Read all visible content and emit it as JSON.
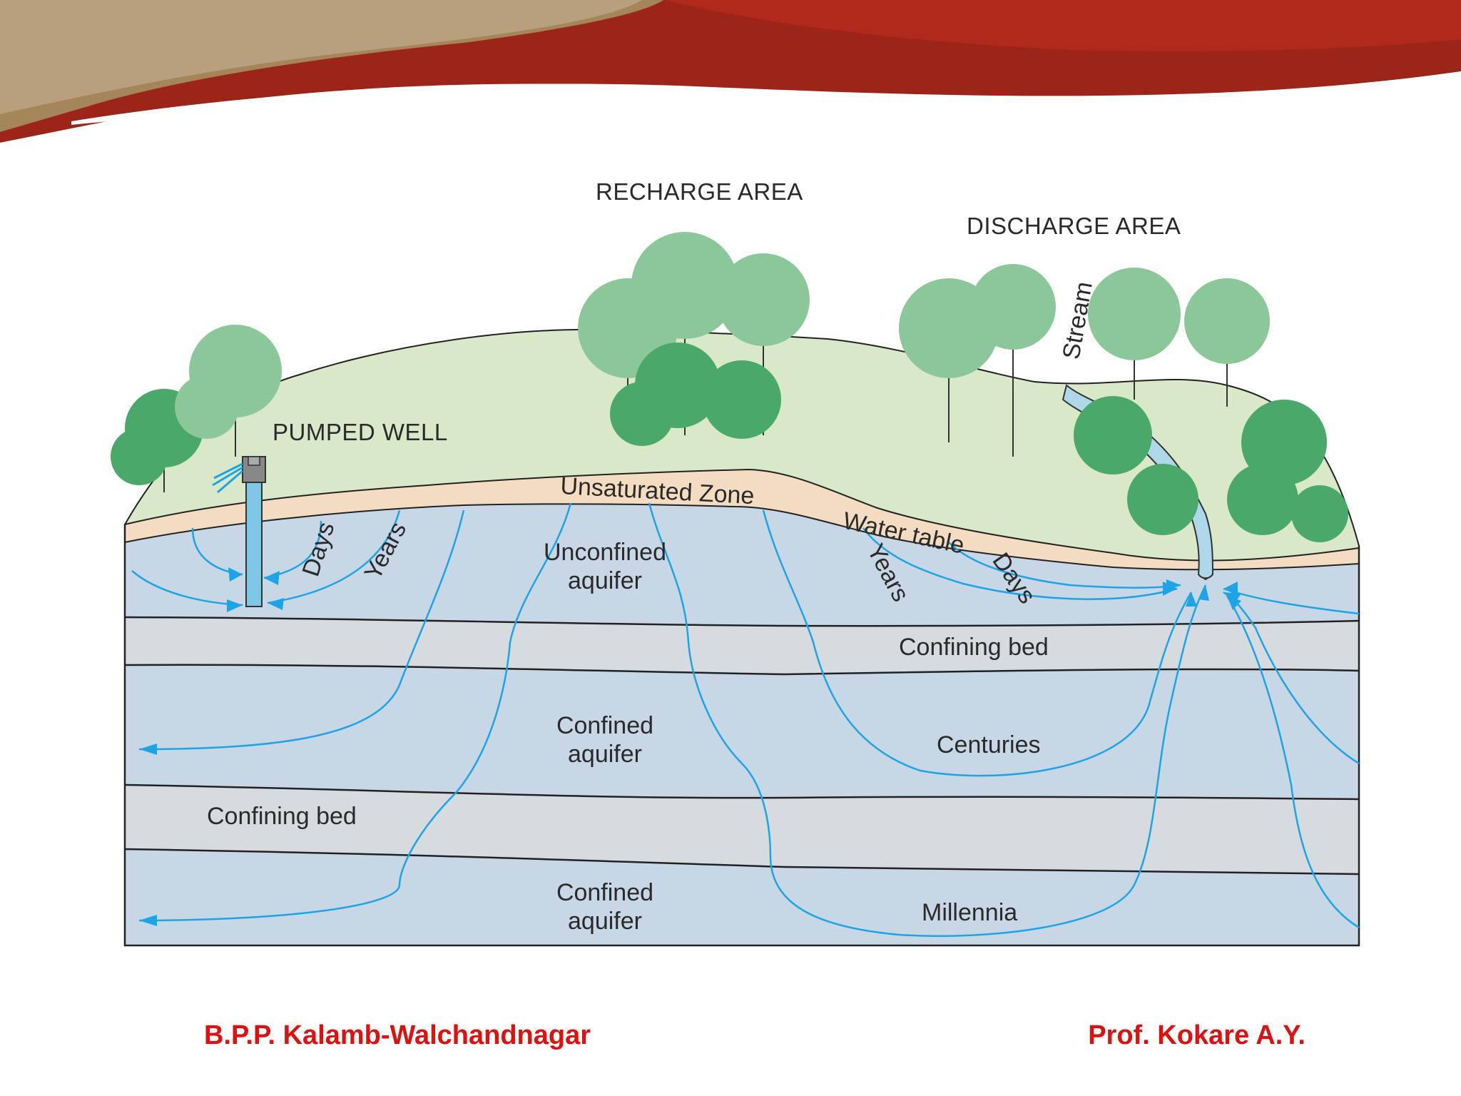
{
  "labels": {
    "recharge_area": "RECHARGE AREA",
    "discharge_area": "DISCHARGE AREA",
    "pumped_well": "PUMPED WELL",
    "stream": "Stream",
    "unsaturated_zone": "Unsaturated Zone",
    "water_table": "Water table",
    "unconfined_aquifer_line1": "Unconfined",
    "unconfined_aquifer_line2": "aquifer",
    "confining_bed_upper": "Confining bed",
    "confined_aquifer_upper_line1": "Confined",
    "confined_aquifer_upper_line2": "aquifer",
    "confining_bed_lower": "Confining bed",
    "confined_aquifer_lower_line1": "Confined",
    "confined_aquifer_lower_line2": "aquifer",
    "days_left": "Days",
    "years_left": "Years",
    "years_right": "Years",
    "days_right": "Days",
    "centuries": "Centuries",
    "millennia": "Millennia"
  },
  "footer": {
    "left": "B.P.P. Kalamb-Walchandnagar",
    "right": "Prof. Kokare A.Y."
  },
  "colors": {
    "banner_dark": "#9c2418",
    "banner_gold": "#a5855a",
    "hill": "#d8e8c8",
    "unsaturated": "#f3dcc2",
    "aquifer": "#c8d7e6",
    "confining": "#d6dbdf",
    "flow_line": "#1ca4e6",
    "tree_dark": "#4aa86a",
    "tree_light": "#8cc79a",
    "footer_text": "#e01010"
  }
}
